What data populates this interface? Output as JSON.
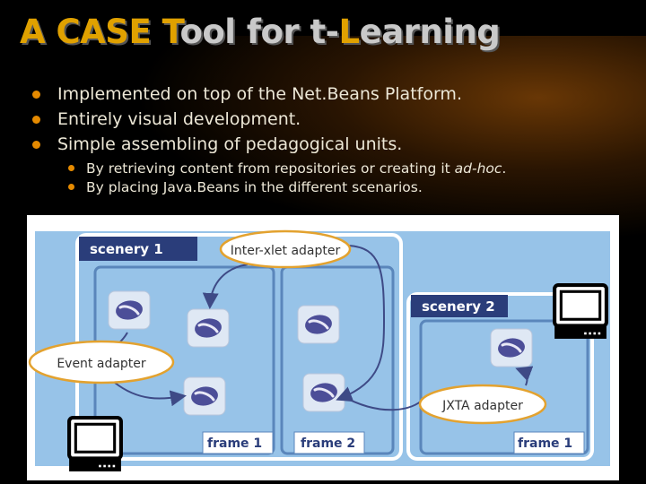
{
  "slide": {
    "title_accent_1": "A CASE T",
    "title_mid": "ool for t-",
    "title_accent_2": "L",
    "title_end": "earning",
    "bullets": [
      "Implemented on top of the Net.Beans Platform.",
      "Entirely visual development.",
      "Simple assembling of pedagogical units."
    ],
    "sub_bullets": [
      "By retrieving content from repositories or creating it ",
      "By placing Java.Beans in the different scenarios."
    ],
    "sub_bullet_italic": "ad-hoc",
    "sub_bullet_end": "."
  },
  "diagram": {
    "scenery_1": "scenery 1",
    "scenery_2": "scenery 2",
    "adapter_interxlet": "Inter-xlet adapter",
    "adapter_event": "Event adapter",
    "adapter_jxta": "JXTA adapter",
    "frame_labels": [
      "frame 1",
      "frame 2",
      "frame 1"
    ]
  },
  "colors": {
    "title_gray": "#c9c9c9",
    "title_accent": "#e0a100",
    "bullet_dot": "#e58a00",
    "panel_blue": "#97c3e8",
    "frame_border": "#5a86bb",
    "label_navy": "#2a3d7a",
    "bean_purple": "#4c4e98"
  }
}
